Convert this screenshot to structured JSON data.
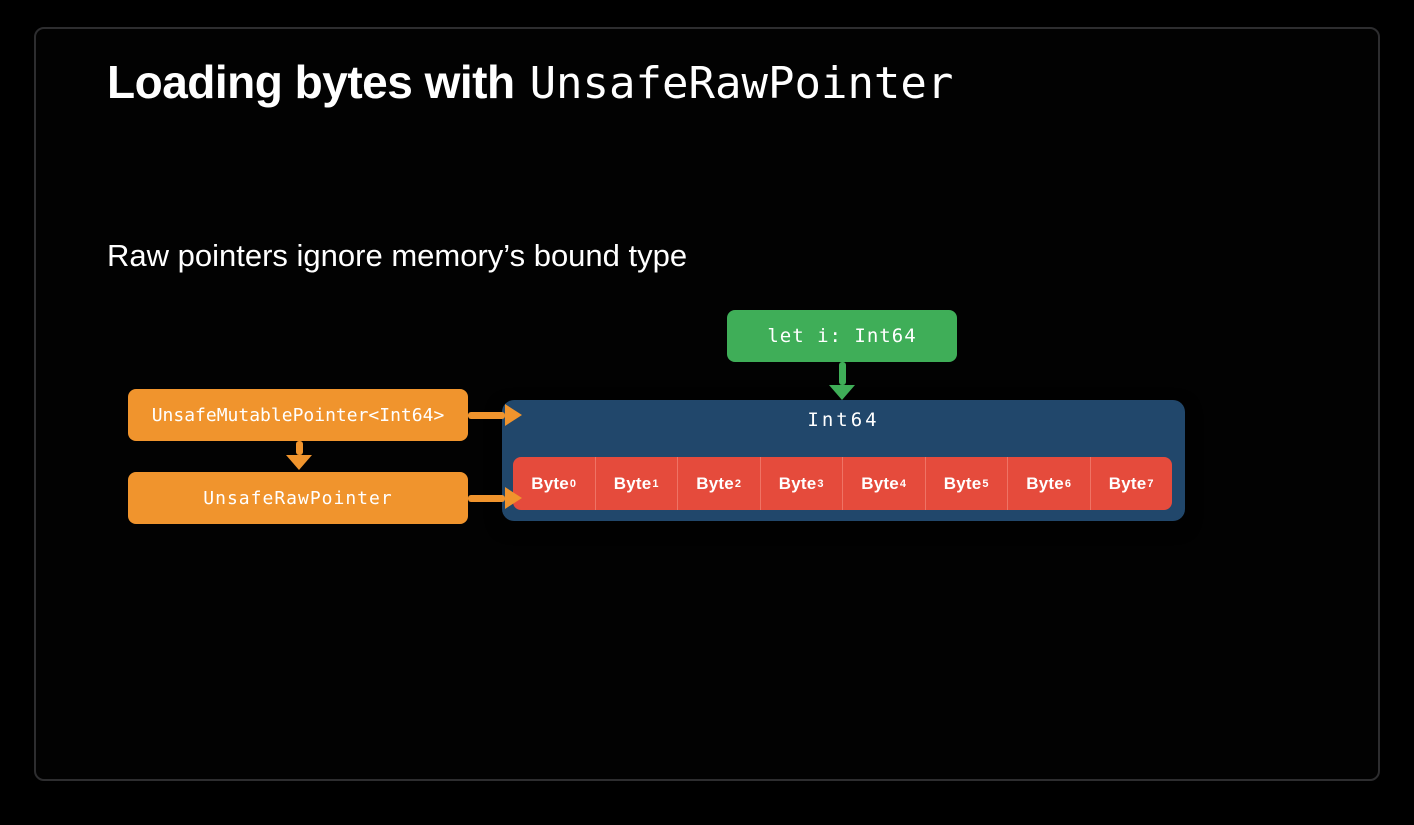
{
  "slide": {
    "title_regular": "Loading bytes with",
    "title_code": "UnsafeRawPointer",
    "subtitle": "Raw pointers ignore memory’s bound type"
  },
  "colors": {
    "green": "#3fae58",
    "orange": "#f0942d",
    "blue": "#21476b",
    "red": "#e54b3c",
    "red-divider": "#ef7365",
    "frame-border": "#2d2d2f",
    "text": "#ffffff"
  },
  "diagram": {
    "let_box_label": "let i: Int64",
    "mutable_pointer_label": "UnsafeMutablePointer<Int64>",
    "raw_pointer_label": "UnsafeRawPointer",
    "memory_type_label": "Int64",
    "bytes": [
      {
        "base": "Byte",
        "sub": "0"
      },
      {
        "base": "Byte",
        "sub": "1"
      },
      {
        "base": "Byte",
        "sub": "2"
      },
      {
        "base": "Byte",
        "sub": "3"
      },
      {
        "base": "Byte",
        "sub": "4"
      },
      {
        "base": "Byte",
        "sub": "5"
      },
      {
        "base": "Byte",
        "sub": "6"
      },
      {
        "base": "Byte",
        "sub": "7"
      }
    ]
  }
}
